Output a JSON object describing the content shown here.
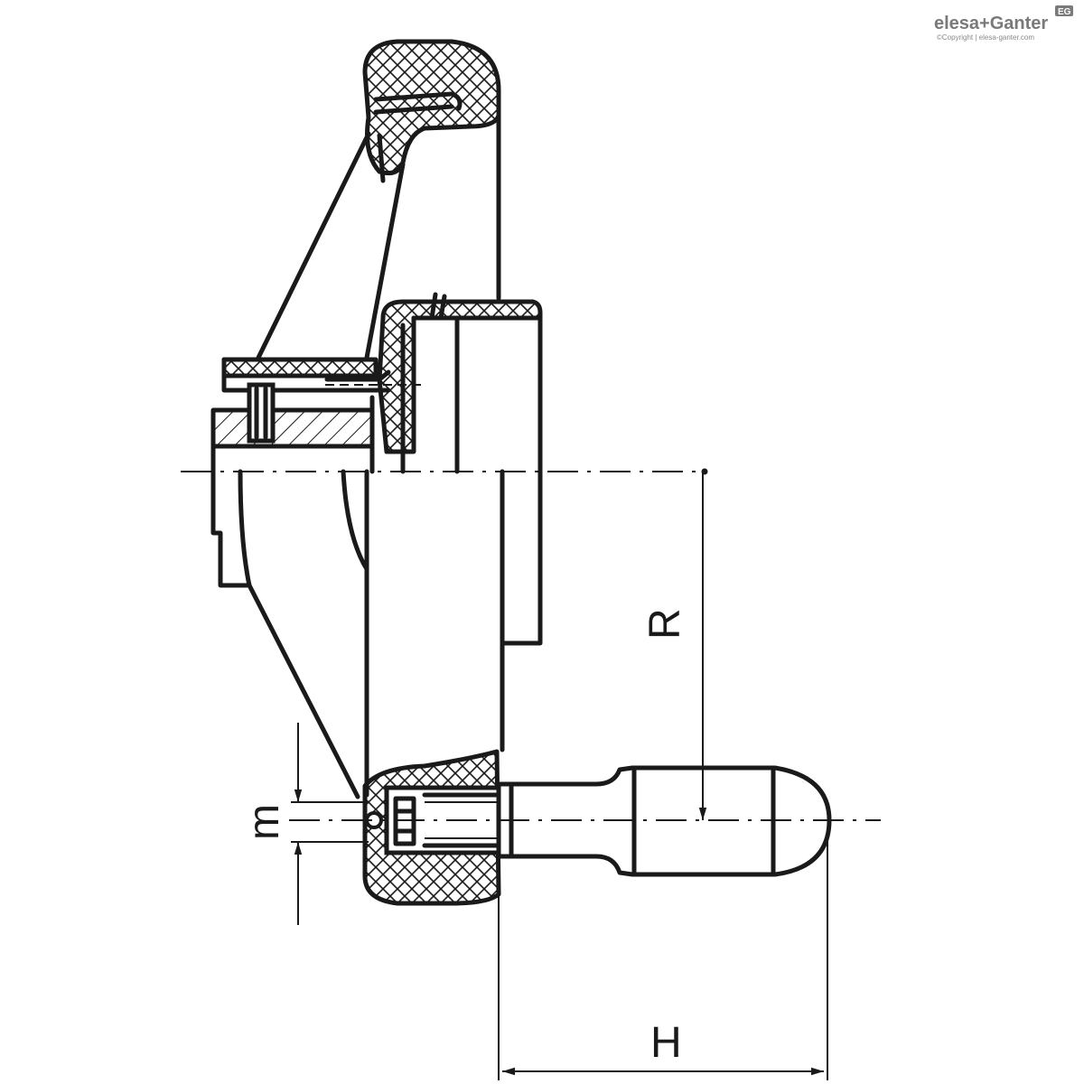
{
  "logo": {
    "brand": "elesa+Ganter",
    "badge": "EG",
    "copyright": "©Copyright | elesa-ganter.com"
  },
  "dimensions": {
    "R": "R",
    "m": "m",
    "H": "H"
  }
}
